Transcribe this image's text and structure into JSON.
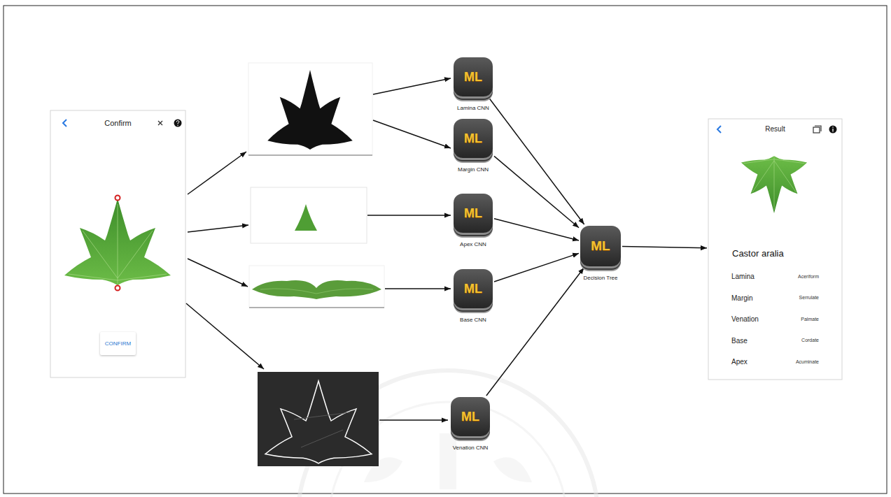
{
  "diagram": {
    "nodes": [
      {
        "text": [
          "Confirm"
        ]
      },
      {
        "text": [
          "CONFIRM"
        ],
        "in": 0
      },
      {
        "text": [
          "ML",
          "Lamina CNN"
        ]
      },
      {
        "text": [
          "ML",
          "Margin CNN"
        ]
      },
      {
        "text": [
          "ML",
          "Apex CNN"
        ]
      },
      {
        "text": [
          "ML",
          "Base CNN"
        ]
      },
      {
        "text": [
          "ML",
          "Venation CNN"
        ]
      },
      {
        "text": [
          "ML",
          "Decision Tree"
        ]
      },
      {
        "text": [
          "Result",
          "Castor aralia",
          "Lamina",
          "Aceriform",
          "Margin",
          "Serrulate",
          "Venation",
          "Palmate",
          "Base",
          "Cordate",
          "Apex",
          "Acuminate"
        ]
      }
    ],
    "edges": [
      {
        "from": 2,
        "to": 7,
        "arrow": "to"
      },
      {
        "from": 3,
        "to": 7,
        "arrow": "to"
      },
      {
        "from": 4,
        "to": 7,
        "arrow": "to"
      },
      {
        "from": 5,
        "to": 7,
        "arrow": "to"
      },
      {
        "from": 6,
        "to": 7,
        "arrow": "to"
      },
      {
        "from": 7,
        "to": 8,
        "arrow": "to"
      }
    ]
  }
}
